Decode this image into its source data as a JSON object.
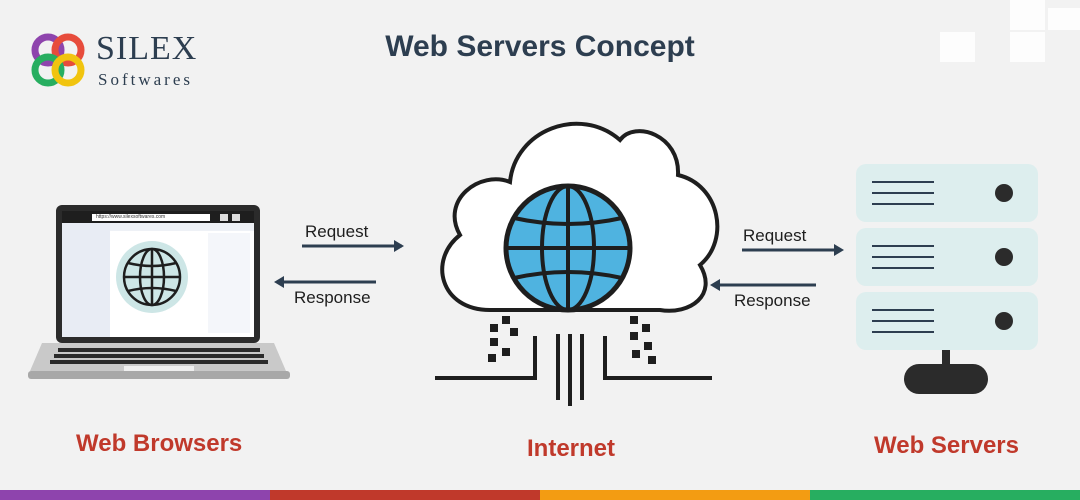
{
  "brand": {
    "name": "SILEX",
    "subtitle": "Softwares"
  },
  "title": "Web Servers Concept",
  "browser": {
    "url": "https://www.silexsoftwares.com",
    "label": "Web Browsers"
  },
  "internet": {
    "label": "Internet"
  },
  "servers": {
    "label": "Web Servers"
  },
  "arrows": {
    "left_request": "Request",
    "left_response": "Response",
    "right_request": "Request",
    "right_response": "Response"
  },
  "colors": {
    "title": "#2d3e50",
    "label_red": "#c0392b",
    "globe_blue": "#4fb3e0",
    "outline": "#1e1e1e",
    "server_fill": "#ddeeee",
    "bar_purple": "#8e44ad",
    "bar_red": "#c0392b",
    "bar_orange": "#f39c12",
    "bar_green": "#27ae60"
  },
  "icons": [
    "silex-logo-icon",
    "laptop-icon",
    "globe-icon",
    "cloud-icon",
    "server-rack-icon",
    "arrow-right-icon",
    "arrow-left-icon"
  ]
}
